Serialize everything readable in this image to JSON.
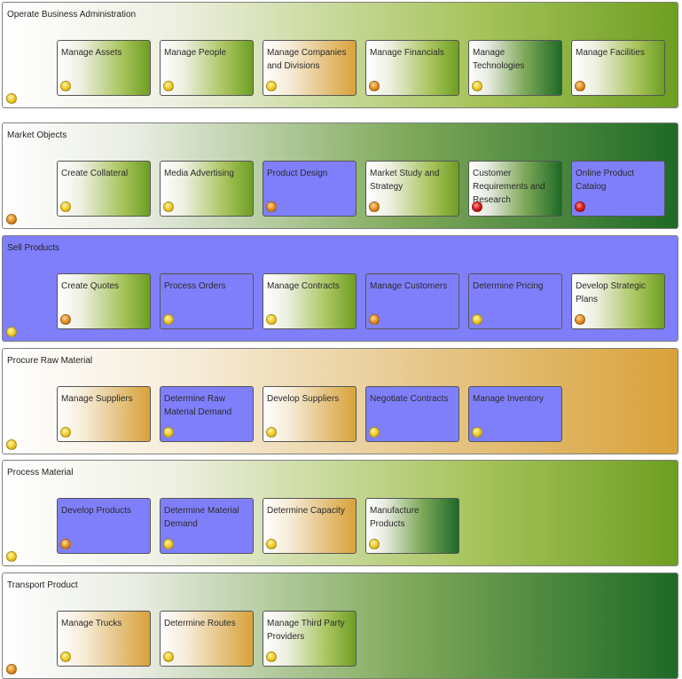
{
  "status_colors": {
    "yellow": "#f2d030",
    "orange": "#e8962a",
    "red": "#dd2222"
  },
  "fill_colors": {
    "green": "#6e9e22",
    "dark_green": "#1e6a26",
    "orange": "#d9a23a",
    "blue": "#7f7ffb"
  },
  "lanes": [
    {
      "title": "Operate Business Administration",
      "fill": "green",
      "status": "yellow",
      "cards": [
        {
          "label": "Manage Assets",
          "fill": "green",
          "status": "yellow"
        },
        {
          "label": "Manage People",
          "fill": "green",
          "status": "yellow"
        },
        {
          "label": "Manage Companies and Divisions",
          "fill": "orange",
          "status": "yellow"
        },
        {
          "label": "Manage Financials",
          "fill": "green",
          "status": "orange"
        },
        {
          "label": "Manage Technologies",
          "fill": "dkgreen",
          "status": "yellow"
        },
        {
          "label": "Manage Facilities",
          "fill": "green",
          "status": "orange"
        }
      ]
    },
    {
      "title": "Market Objects",
      "fill": "dkgreen",
      "status": "orange",
      "cards": [
        {
          "label": "Create Collateral",
          "fill": "green",
          "status": "yellow"
        },
        {
          "label": "Media Advertising",
          "fill": "green",
          "status": "yellow"
        },
        {
          "label": "Product Design",
          "fill": "blue",
          "status": "orange"
        },
        {
          "label": "Market Study and Strategy",
          "fill": "green",
          "status": "orange"
        },
        {
          "label": "Customer Requirements and Research",
          "fill": "dkgreen",
          "status": "red"
        },
        {
          "label": "Online Product Catalog",
          "fill": "blue",
          "status": "red"
        }
      ]
    },
    {
      "title": "Sell Products",
      "fill": "blue",
      "status": "yellow",
      "cards": [
        {
          "label": "Create Quotes",
          "fill": "green",
          "status": "orange"
        },
        {
          "label": "Process Orders",
          "fill": "blue",
          "status": "yellow"
        },
        {
          "label": "Manage Contracts",
          "fill": "green",
          "status": "yellow"
        },
        {
          "label": "Manage Customers",
          "fill": "blue",
          "status": "orange"
        },
        {
          "label": "Determine Pricing",
          "fill": "blue",
          "status": "yellow"
        },
        {
          "label": "Develop Strategic Plans",
          "fill": "green",
          "status": "orange"
        }
      ]
    },
    {
      "title": "Procure Raw Material",
      "fill": "orange",
      "status": "yellow",
      "cards": [
        {
          "label": "Manage Suppliers",
          "fill": "orange",
          "status": "yellow"
        },
        {
          "label": "Determine Raw Material Demand",
          "fill": "blue",
          "status": "yellow"
        },
        {
          "label": "Develop Suppliers",
          "fill": "orange",
          "status": "yellow"
        },
        {
          "label": "Negotiate Contracts",
          "fill": "blue",
          "status": "yellow"
        },
        {
          "label": "Manage Inventory",
          "fill": "blue",
          "status": "yellow"
        }
      ]
    },
    {
      "title": "Process Material",
      "fill": "green",
      "status": "yellow",
      "cards": [
        {
          "label": "Develop Products",
          "fill": "blue",
          "status": "orange"
        },
        {
          "label": "Determine Material Demand",
          "fill": "blue",
          "status": "yellow"
        },
        {
          "label": "Determine Capacity",
          "fill": "orange",
          "status": "yellow"
        },
        {
          "label": "Manufacture Products",
          "fill": "dkgreen",
          "status": "yellow"
        }
      ]
    },
    {
      "title": "Transport Product",
      "fill": "dkgreen",
      "status": "orange",
      "cards": [
        {
          "label": "Manage Trucks",
          "fill": "orange",
          "status": "yellow"
        },
        {
          "label": "Determine Routes",
          "fill": "orange",
          "status": "yellow"
        },
        {
          "label": "Manage Third Party Providers",
          "fill": "green",
          "status": "yellow"
        }
      ]
    }
  ]
}
